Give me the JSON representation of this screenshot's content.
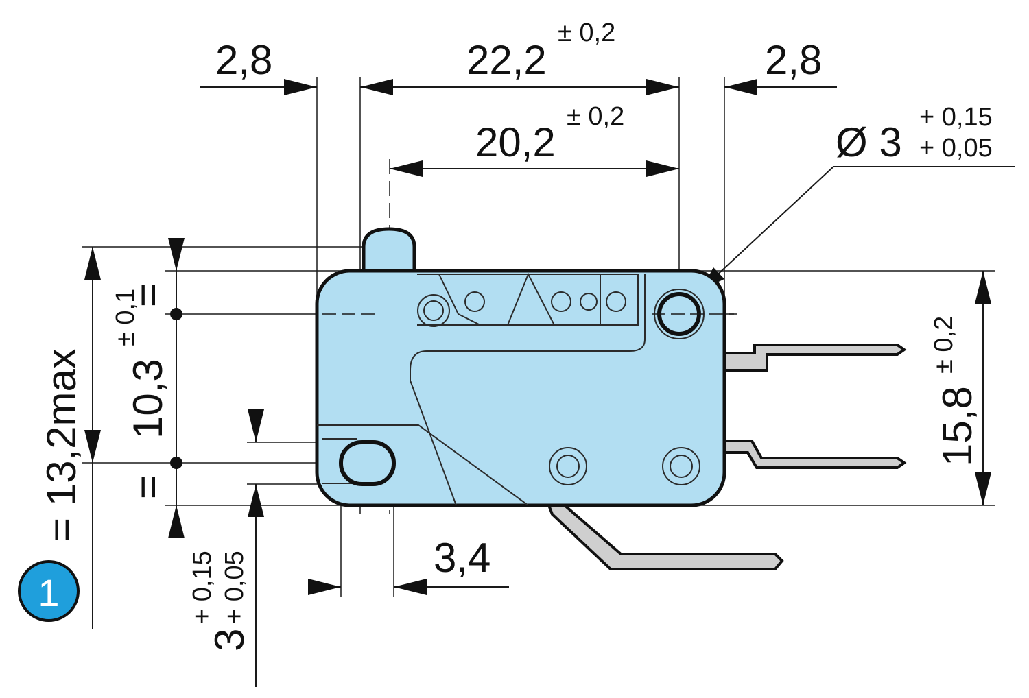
{
  "colors": {
    "body_fill": "#b2def2",
    "terminal_fill": "#cfcfcf",
    "badge_fill": "#1f9fdc",
    "line": "#111111"
  },
  "dimensions": {
    "left_offset": "2,8",
    "overall_pitch": "22,2",
    "overall_pitch_tol": "± 0,2",
    "right_offset": "2,8",
    "hole_pitch": "20,2",
    "hole_pitch_tol": "± 0,2",
    "hole_diameter_symbol": "Ø 3",
    "hole_diameter_tol_upper": "+ 0,15",
    "hole_diameter_tol_lower": "+ 0,05",
    "vertical_pitch": "10,3",
    "vertical_pitch_tol": "± 0,1",
    "equal_sign": "=",
    "total_height_label": "= 13,2max",
    "body_height": "15,8",
    "body_height_tol": "± 0,2",
    "slot_width": "3,4",
    "slot_height": "3",
    "slot_height_tol_upper": "+ 0,15",
    "slot_height_tol_lower": "+ 0,05"
  },
  "badge": {
    "label": "1"
  }
}
